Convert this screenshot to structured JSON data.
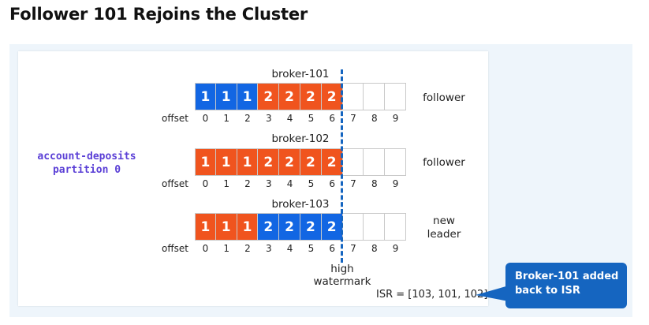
{
  "title": "Follower 101 Rejoins the Cluster",
  "partition_label": {
    "line1": "account-deposits",
    "line2": "partition 0"
  },
  "offset_label": "offset",
  "offsets": [
    "0",
    "1",
    "2",
    "3",
    "4",
    "5",
    "6",
    "7",
    "8",
    "9"
  ],
  "colors": {
    "blue": "#1266e3",
    "orange": "#f0541e",
    "empty": "#ffffff",
    "watermark": "#1565c0",
    "callout": "#1565c0",
    "partition_text": "#5a3fd6"
  },
  "brokers": [
    {
      "name": "broker-101",
      "role_line1": "follower",
      "role_line2": "",
      "cells": [
        {
          "value": "1",
          "color": "blue"
        },
        {
          "value": "1",
          "color": "blue"
        },
        {
          "value": "1",
          "color": "blue"
        },
        {
          "value": "2",
          "color": "orange"
        },
        {
          "value": "2",
          "color": "orange"
        },
        {
          "value": "2",
          "color": "orange"
        },
        {
          "value": "2",
          "color": "orange"
        },
        {
          "value": "",
          "color": "empty"
        },
        {
          "value": "",
          "color": "empty"
        },
        {
          "value": "",
          "color": "empty"
        }
      ]
    },
    {
      "name": "broker-102",
      "role_line1": "follower",
      "role_line2": "",
      "cells": [
        {
          "value": "1",
          "color": "orange"
        },
        {
          "value": "1",
          "color": "orange"
        },
        {
          "value": "1",
          "color": "orange"
        },
        {
          "value": "2",
          "color": "orange"
        },
        {
          "value": "2",
          "color": "orange"
        },
        {
          "value": "2",
          "color": "orange"
        },
        {
          "value": "2",
          "color": "orange"
        },
        {
          "value": "",
          "color": "empty"
        },
        {
          "value": "",
          "color": "empty"
        },
        {
          "value": "",
          "color": "empty"
        }
      ]
    },
    {
      "name": "broker-103",
      "role_line1": "new",
      "role_line2": "leader",
      "cells": [
        {
          "value": "1",
          "color": "orange"
        },
        {
          "value": "1",
          "color": "orange"
        },
        {
          "value": "1",
          "color": "orange"
        },
        {
          "value": "2",
          "color": "blue"
        },
        {
          "value": "2",
          "color": "blue"
        },
        {
          "value": "2",
          "color": "blue"
        },
        {
          "value": "2",
          "color": "blue"
        },
        {
          "value": "",
          "color": "empty"
        },
        {
          "value": "",
          "color": "empty"
        },
        {
          "value": "",
          "color": "empty"
        }
      ]
    }
  ],
  "high_watermark": {
    "line1": "high",
    "line2": "watermark"
  },
  "isr": "ISR = [103, 101, 102]",
  "callout": {
    "line1": "Broker-101 added",
    "line2": "back to ISR"
  }
}
